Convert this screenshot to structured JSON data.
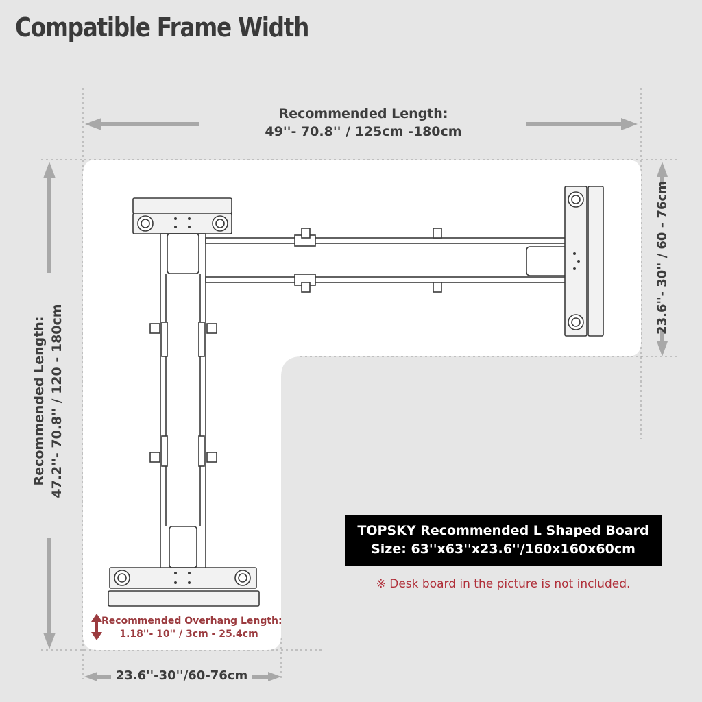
{
  "title": "Compatible Frame Width",
  "length_top": {
    "label": "Recommended Length:",
    "value": "49''- 70.8'' / 125cm -180cm"
  },
  "length_left": {
    "label": "Recommended Length:",
    "value": "47.2''- 70.8'' / 120 - 180cm"
  },
  "width_right": "23.6''- 30'' / 60 - 76cm",
  "width_bottom": "23.6''-30''/60-76cm",
  "overhang": {
    "label": "Recommended Overhang Length:",
    "value": "1.18''- 10'' / 3cm - 25.4cm"
  },
  "board": {
    "line1": "TOPSKY Recommended L Shaped Board",
    "line2": "Size: 63''x63''x23.6''/160x160x60cm"
  },
  "disclaimer": "※ Desk board in the picture is not included.",
  "colors": {
    "background": "#e6e6e6",
    "board": "#ffffff",
    "frame_stroke": "#3b3b3b",
    "arrow": "#a8a8a8",
    "overhang_accent": "#9b3b3f",
    "disclaimer": "#b0303a"
  }
}
